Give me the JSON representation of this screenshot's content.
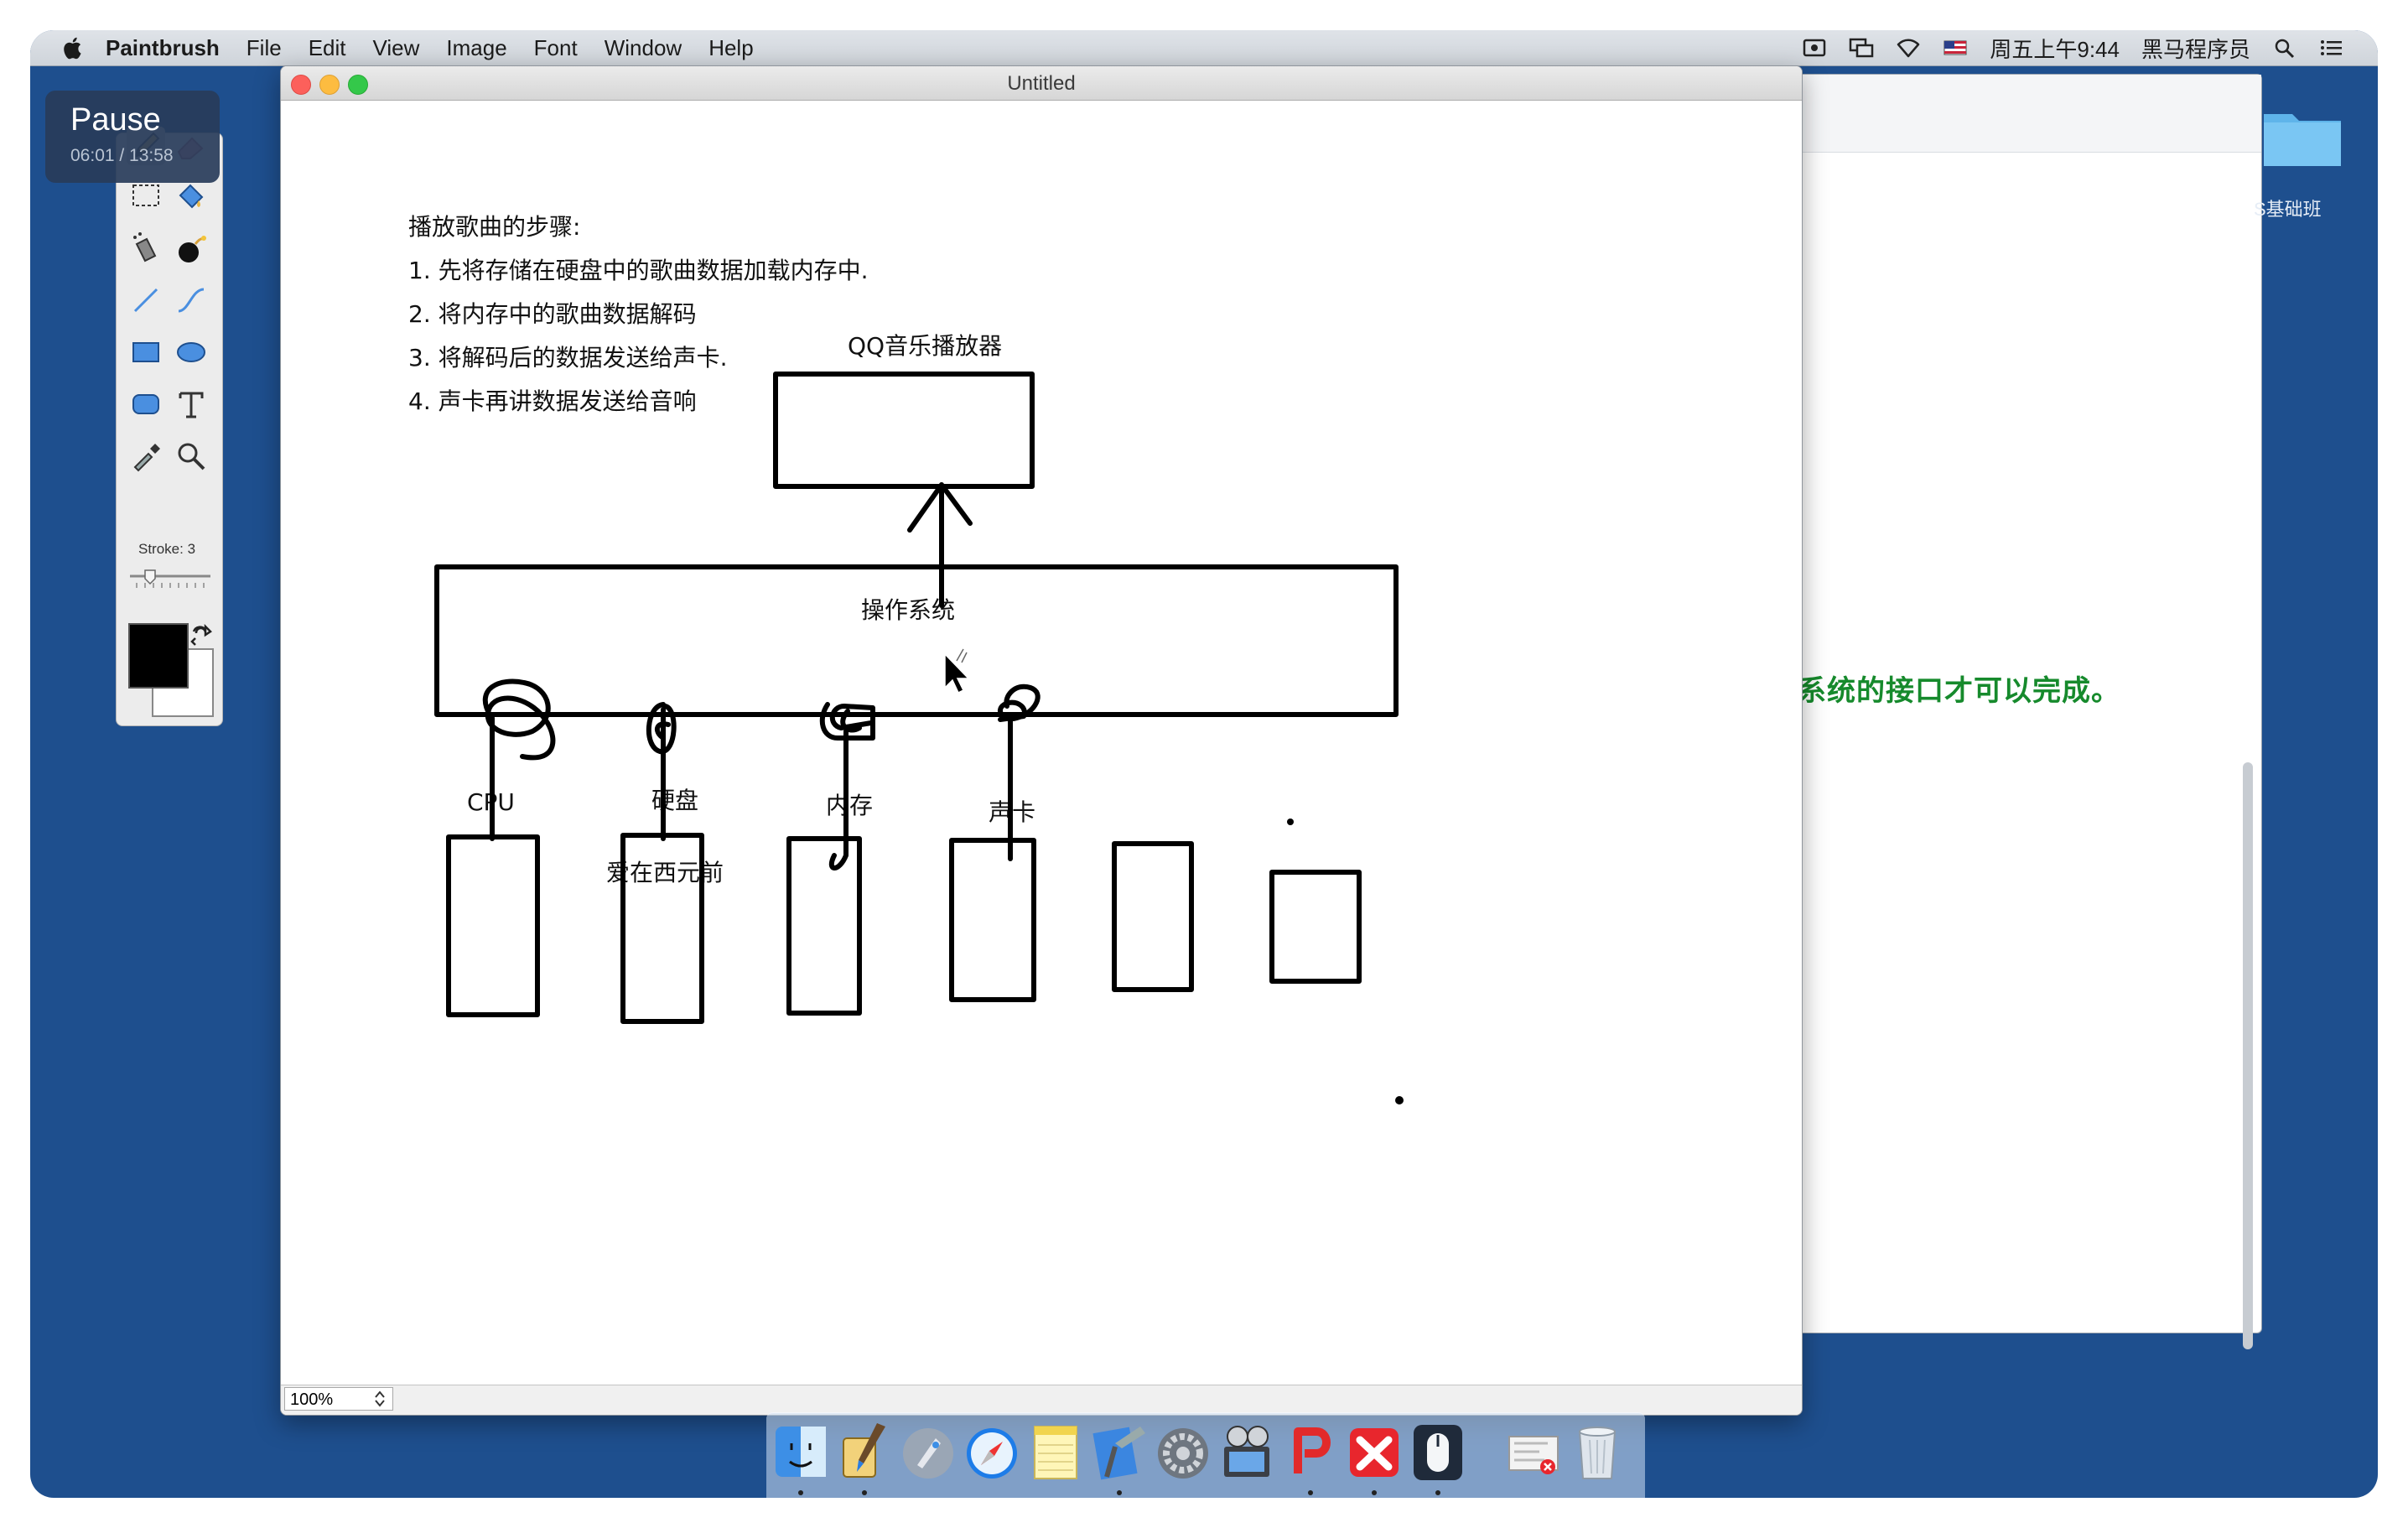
{
  "menubar": {
    "app_name": "Paintbrush",
    "items": [
      "File",
      "Edit",
      "View",
      "Image",
      "Font",
      "Window",
      "Help"
    ],
    "clock": "周五上午9:44",
    "user": "黑马程序员"
  },
  "overlay": {
    "label": "Pause",
    "time": "06:01 / 13:58"
  },
  "desktop": {
    "folder_label": "S基础班"
  },
  "background_window": {
    "text": "系统的接口才可以完成。"
  },
  "tools": {
    "stroke_label": "Stroke: 3",
    "stroke_value": 3
  },
  "window": {
    "title": "Untitled",
    "zoom": "100%"
  },
  "drawing": {
    "steps_heading": "播放歌曲的步骤:",
    "steps": [
      "1. 先将存储在硬盘中的歌曲数据加载内存中.",
      "2. 将内存中的歌曲数据解码",
      "3. 将解码后的数据发送给声卡.",
      "4. 声卡再讲数据发送给音响"
    ],
    "player_label": "QQ音乐播放器",
    "os_label": "操作系统",
    "cpu_label": "CPU",
    "disk_label": "硬盘",
    "memory_label": "内存",
    "sound_label": "声卡",
    "song_label": "爱在西元前"
  },
  "colors": {
    "desktop": "#1e4f8e",
    "accent_text": "#168a2c",
    "foreground_color": "#000000",
    "background_color": "#ffffff"
  },
  "dock": {
    "icons": [
      "finder-icon",
      "paint-icon",
      "launchpad-icon",
      "safari-icon",
      "notes-icon",
      "xcode-icon",
      "system-preferences-icon",
      "photo-booth-icon",
      "wps-icon",
      "xmind-icon",
      "mouse-app-icon",
      "preview-icon",
      "trash-icon"
    ]
  }
}
